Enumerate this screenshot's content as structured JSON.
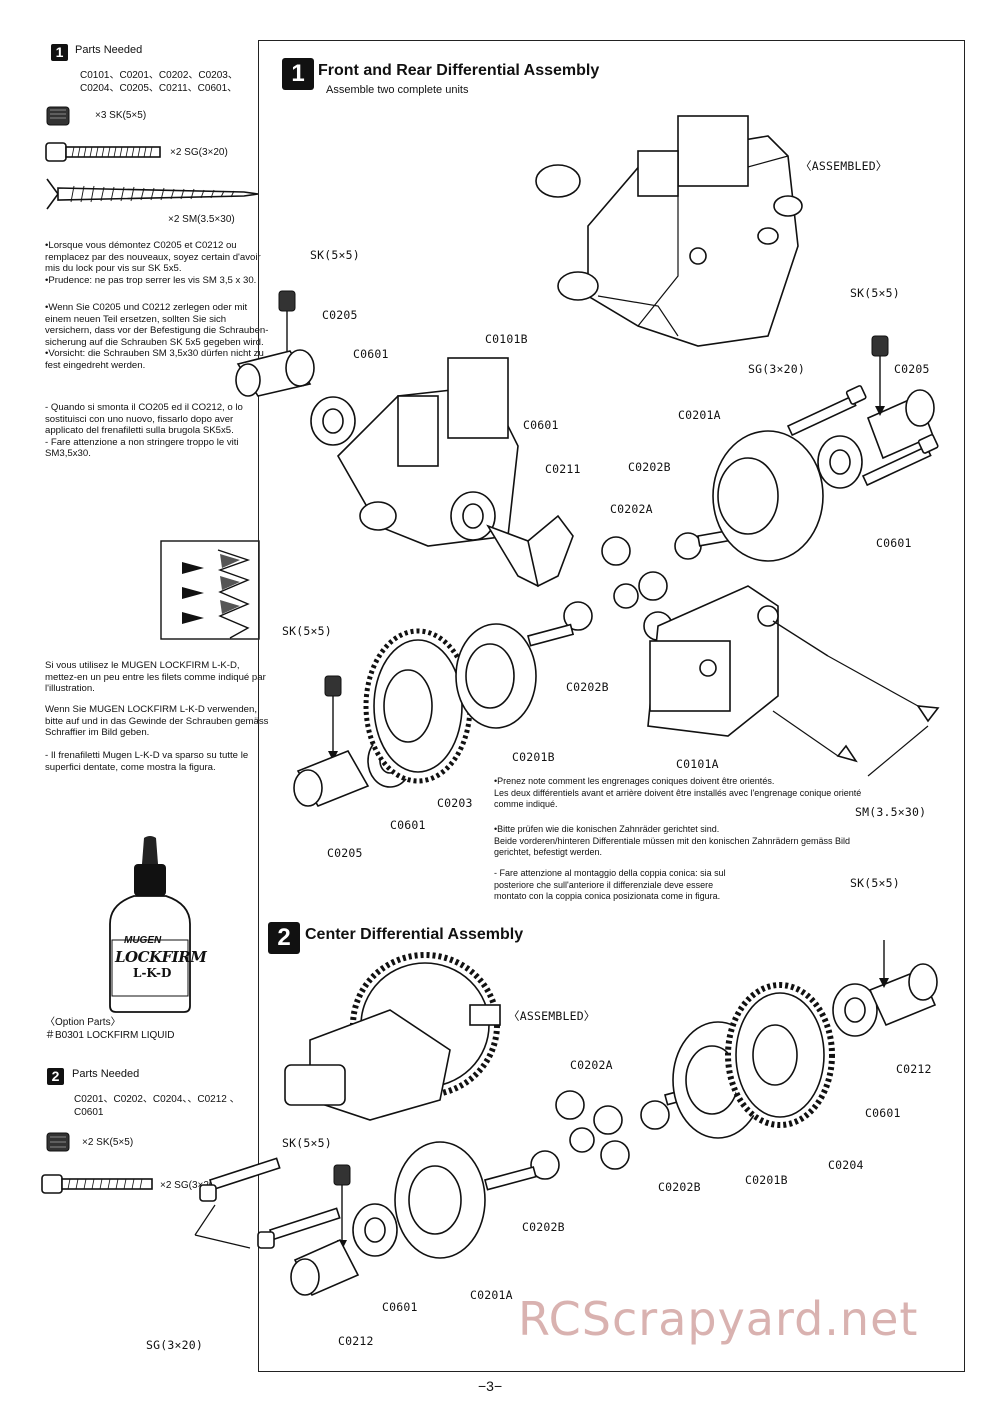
{
  "sidebar": {
    "step1_number": "1",
    "step1_parts_title": "Parts Needed",
    "step1_parts_line1": "C0101、C0201、C0202、C0203、",
    "step1_parts_line2": "C0204、C0205、C0211、C0601、",
    "step1_item_sk": "×3 SK(5×5)",
    "step1_item_sg": "×2 SG(3×20)",
    "step1_item_sm": "×2  SM(3.5×30)",
    "note_fr": "•Lorsque vous démontez C0205 et C0212 ou remplacez par des nouveaux, soyez certain d'avoir mis du lock pour vis sur SK 5x5.\n•Prudence: ne pas trop serrer les vis SM 3,5 x 30.",
    "note_de": "•Wenn Sie C0205 und C0212 zerlegen oder mit einem neuen Teil ersetzen, sollten Sie sich versichern, dass vor der Befestigung die Schrauben-sicherung auf die Schrauben SK 5x5 gegeben wird.\n•Vorsicht: die Schrauben SM 3,5x30 dürfen nicht zu fest eingedreht werden.",
    "note_it": "- Quando si smonta il CO205 ed il CO212, o lo sostituisci con uno nuovo, fissarlo dopo aver applicato del frenafiletti sulla brugola SK5x5.\n- Fare attenzione a non stringere troppo le viti SM3,5x30.",
    "lockfirm_fr": "Si vous utilisez le MUGEN LOCKFIRM L-K-D, mettez-en un peu entre les filets comme indiqué par l'illustration.",
    "lockfirm_de": "Wenn Sie MUGEN LOCKFIRM L-K-D verwenden, bitte auf und in das Gewinde der Schrauben gemäss Schraffier im Bild geben.",
    "lockfirm_it": "- Il frenafiletti Mugen L-K-D va sparso su tutte le superfici dentate, come mostra la figura.",
    "bottle_brand": "MUGEN",
    "bottle_name": "LOCKFIRM",
    "bottle_code": "L-K-D",
    "option_title": "〈Option Parts〉",
    "option_item": "＃B0301 LOCKFIRM LIQUID",
    "step2_number": "2",
    "step2_parts_title": "Parts Needed",
    "step2_parts_line1": "C0201、C0202、C0204、、C0212 、",
    "step2_parts_line2": "C0601",
    "step2_item_sk": "×2 SK(5×5)",
    "step2_item_sg": "×2 SG(3×20)"
  },
  "section1": {
    "number": "1",
    "title": "Front and Rear Differential Assembly",
    "subtitle": "Assemble two complete units",
    "assembled": "〈ASSEMBLED〉",
    "labels": {
      "sk_a": "SK(5×5)",
      "c0205_a": "C0205",
      "c0601_a": "C0601",
      "c0101b": "C0101B",
      "c0601_b": "C0601",
      "c0211": "C0211",
      "c0202b_a": "C0202B",
      "c0202a": "C0202A",
      "c0201a": "C0201A",
      "sg": "SG(3×20)",
      "sk_b": "SK(5×5)",
      "c0205_b": "C0205",
      "c0601_c": "C0601",
      "sk_c": "SK(5×5)",
      "c0202b_b": "C0202B",
      "c0201b": "C0201B",
      "c0101a": "C0101A",
      "c0203": "C0203",
      "c0601_d": "C0601",
      "c0205_c": "C0205",
      "sm": "SM(3.5×30)"
    },
    "note_fr": "•Prenez note comment les engrenages coniques doivent être orientés.\nLes deux différentiels avant et arrière doivent être installés avec l'engrenage conique orienté comme indiqué.",
    "note_de": "•Bitte prüfen wie die konischen Zahnräder gerichtet sind.\nBeide vorderen/hinteren Differentiale müssen mit den konischen Zahnrädern gemäss Bild gerichtet, befestigt werden.",
    "note_it": "- Fare attenzione al montaggio della coppia conica: sia sul posteriore che sull'anteriore il differenziale deve essere montato con la coppia conica posizionata come in figura."
  },
  "section2": {
    "number": "2",
    "title": "Center Differential Assembly",
    "assembled": "〈ASSEMBLED〉",
    "labels": {
      "sk_a": "SK(5×5)",
      "c0212_a": "C0212",
      "c0601_a": "C0601",
      "c0204": "C0204",
      "c0201b": "C0201B",
      "c0202b_a": "C0202B",
      "c0202a": "C0202A",
      "c0202b_b": "C0202B",
      "c0201a": "C0201A",
      "c0601_b": "C0601",
      "c0212_b": "C0212",
      "sk_b": "SK(5×5)",
      "sg": "SG(3×20)"
    }
  },
  "page_number": "−3−",
  "watermark": "RCScrapyard.net"
}
